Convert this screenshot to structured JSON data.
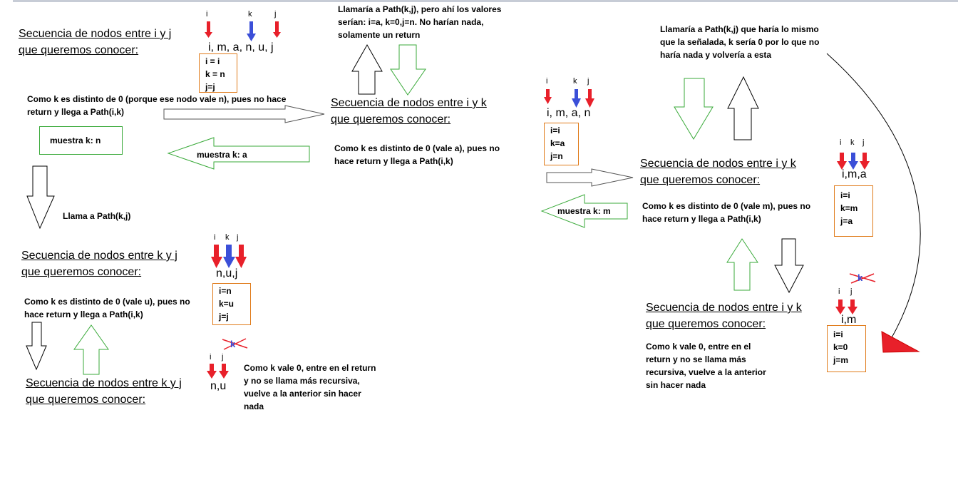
{
  "seq_title": [
    "Secuencia de nodos entre i y j",
    "que queremos conocer:"
  ],
  "seq_title_ik": [
    "Secuencia de nodos entre i y k",
    "que queremos conocer:"
  ],
  "seq_title_kj": [
    "Secuencia de nodos entre k y j",
    "que queremos conocer:"
  ],
  "labels": {
    "i": "i",
    "k": "k",
    "j": "j"
  },
  "panel1": {
    "sequence": "i, m, a, n, u, j",
    "box": [
      "i = i",
      "k = n",
      "j=j"
    ],
    "note": "Como k es distinto de 0 (porque ese nodo vale n), pues no hace return y llega a Path(i,k)",
    "shows": "muestra k: n",
    "calls": "Llama a Path(k,j)"
  },
  "panel2": {
    "note": "Llamaría a Path(k,j), pero ahí los valores serían: i=a, k=0,j=n. No harían nada, solamente un return",
    "note2": "Como k es distinto de 0 (vale a), pues no hace return y llega a Path(i,k)",
    "shows": "muestra k: a"
  },
  "panel3": {
    "sequence": "n,u,j",
    "box": [
      "i=n",
      "k=u",
      "j=j"
    ],
    "note": "Como k es distinto de 0 (vale u), pues no hace return y llega a Path(i,k)"
  },
  "panel4": {
    "sequence": "n,u",
    "note": "Como k vale 0, entre en el return y no se llama más recursiva, vuelve a la anterior sin hacer nada"
  },
  "panel5": {
    "sequence": "i, m, a, n",
    "box": [
      "i=i",
      "k=a",
      "j=n"
    ],
    "shows": "muestra k: m"
  },
  "panel6": {
    "note": "Llamaría a Path(k,j) que haría lo mismo que la señalada, k sería 0 por lo que no haría nada y volvería a esta",
    "sequence": "i,m,a",
    "box": [
      "i=i",
      "k=m",
      "j=a"
    ],
    "note2": "Como k es distinto de 0 (vale m), pues no hace return y llega a Path(i,k)"
  },
  "panel7": {
    "sequence": "i,m",
    "box": [
      "i=i",
      "k=0",
      "j=m"
    ],
    "note": "Como k vale 0, entre en el return y no se llama más recursiva, vuelve a la anterior sin hacer nada"
  },
  "colors": {
    "red": "#e8202a",
    "blue": "#3b4fd8",
    "green": "#3aaa3a",
    "orange": "#e07b1a"
  }
}
